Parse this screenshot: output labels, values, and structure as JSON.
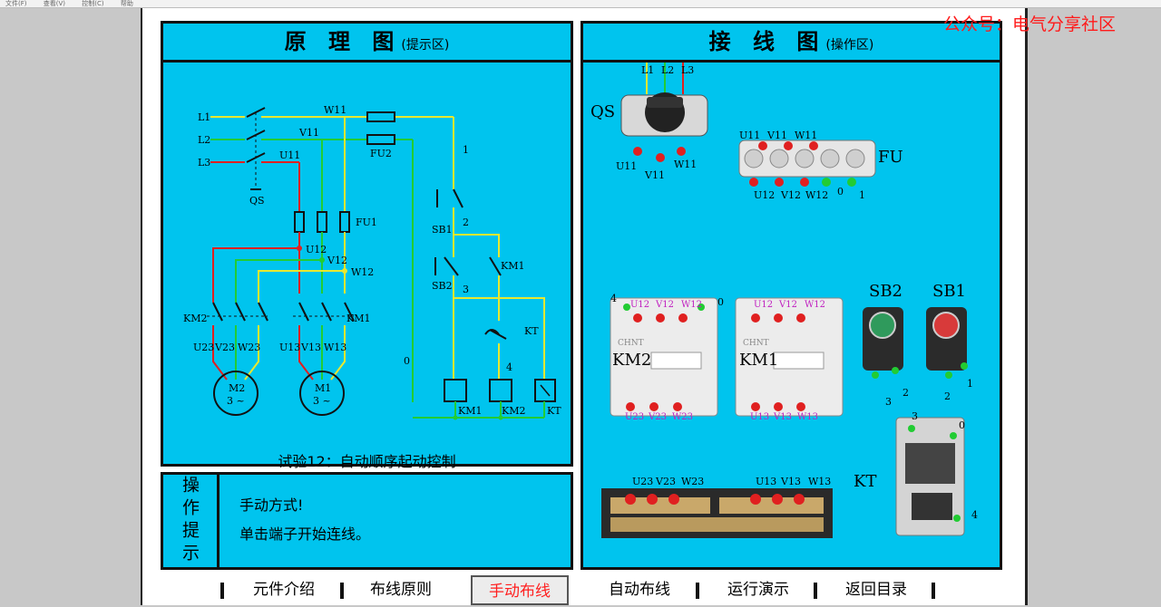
{
  "menubar": {
    "items": [
      "文件(F)",
      "查看(V)",
      "控制(C)",
      "帮助"
    ]
  },
  "watermark": "公众号：电气分享社区",
  "schematic": {
    "title": "原 理 图",
    "subtitle": "(提示区)",
    "caption": "试验12：自动顺序起动控制",
    "labels": {
      "L1": "L1",
      "L2": "L2",
      "L3": "L3",
      "QS": "QS",
      "U11": "U11",
      "V11": "V11",
      "W11": "W11",
      "FU1": "FU1",
      "FU2": "FU2",
      "U12": "U12",
      "V12": "V12",
      "W12": "W12",
      "KM2": "KM2",
      "KM1": "KM1",
      "U23": "U23",
      "V23": "V23",
      "W23": "W23",
      "U13": "U13",
      "V13": "V13",
      "W13": "W13",
      "M2": "M2",
      "M1": "M1",
      "phase": "3 ~",
      "n1": "1",
      "n2": "2",
      "n3": "3",
      "n4": "4",
      "n0": "0",
      "SB1": "SB1",
      "SB2": "SB2",
      "KT": "KT",
      "KMc1": "KM1",
      "KMc2": "KM2",
      "KTc": "KT"
    }
  },
  "wiring": {
    "title": "接 线 图",
    "subtitle": "(操作区)",
    "labels": {
      "L1": "L1",
      "L2": "L2",
      "L3": "L3",
      "QS": "QS",
      "U11": "U11",
      "V11": "V11",
      "W11": "W11",
      "FU": "FU",
      "U12": "U12",
      "V12": "V12",
      "W12": "W12",
      "f0": "0",
      "f1": "1",
      "SB2": "SB2",
      "SB1": "SB1",
      "KM2": "KM2",
      "KM1": "KM1",
      "k4": "4",
      "k0": "0",
      "sb3": "3",
      "sb2a": "2",
      "sb2b": "2",
      "sb1": "1",
      "U23": "U23",
      "V23": "V23",
      "W23": "W23",
      "U13": "U13",
      "V13": "V13",
      "W13": "W13",
      "KT": "KT",
      "kt3": "3",
      "kt0": "0",
      "kt4": "4",
      "brand": "CHNT"
    }
  },
  "hint": {
    "label": "操作提示",
    "line1": "手动方式!",
    "line2": "单击端子开始连线。"
  },
  "nav": {
    "items": [
      "元件介绍",
      "布线原则",
      "手动布线",
      "自动布线",
      "运行演示",
      "返回目录"
    ],
    "active": "手动布线"
  },
  "colors": {
    "panel": "#00c4ee",
    "phaseL1": "#e8e830",
    "phaseL2": "#22cc33",
    "phaseL3": "#e02020",
    "active": "#ff2020"
  }
}
